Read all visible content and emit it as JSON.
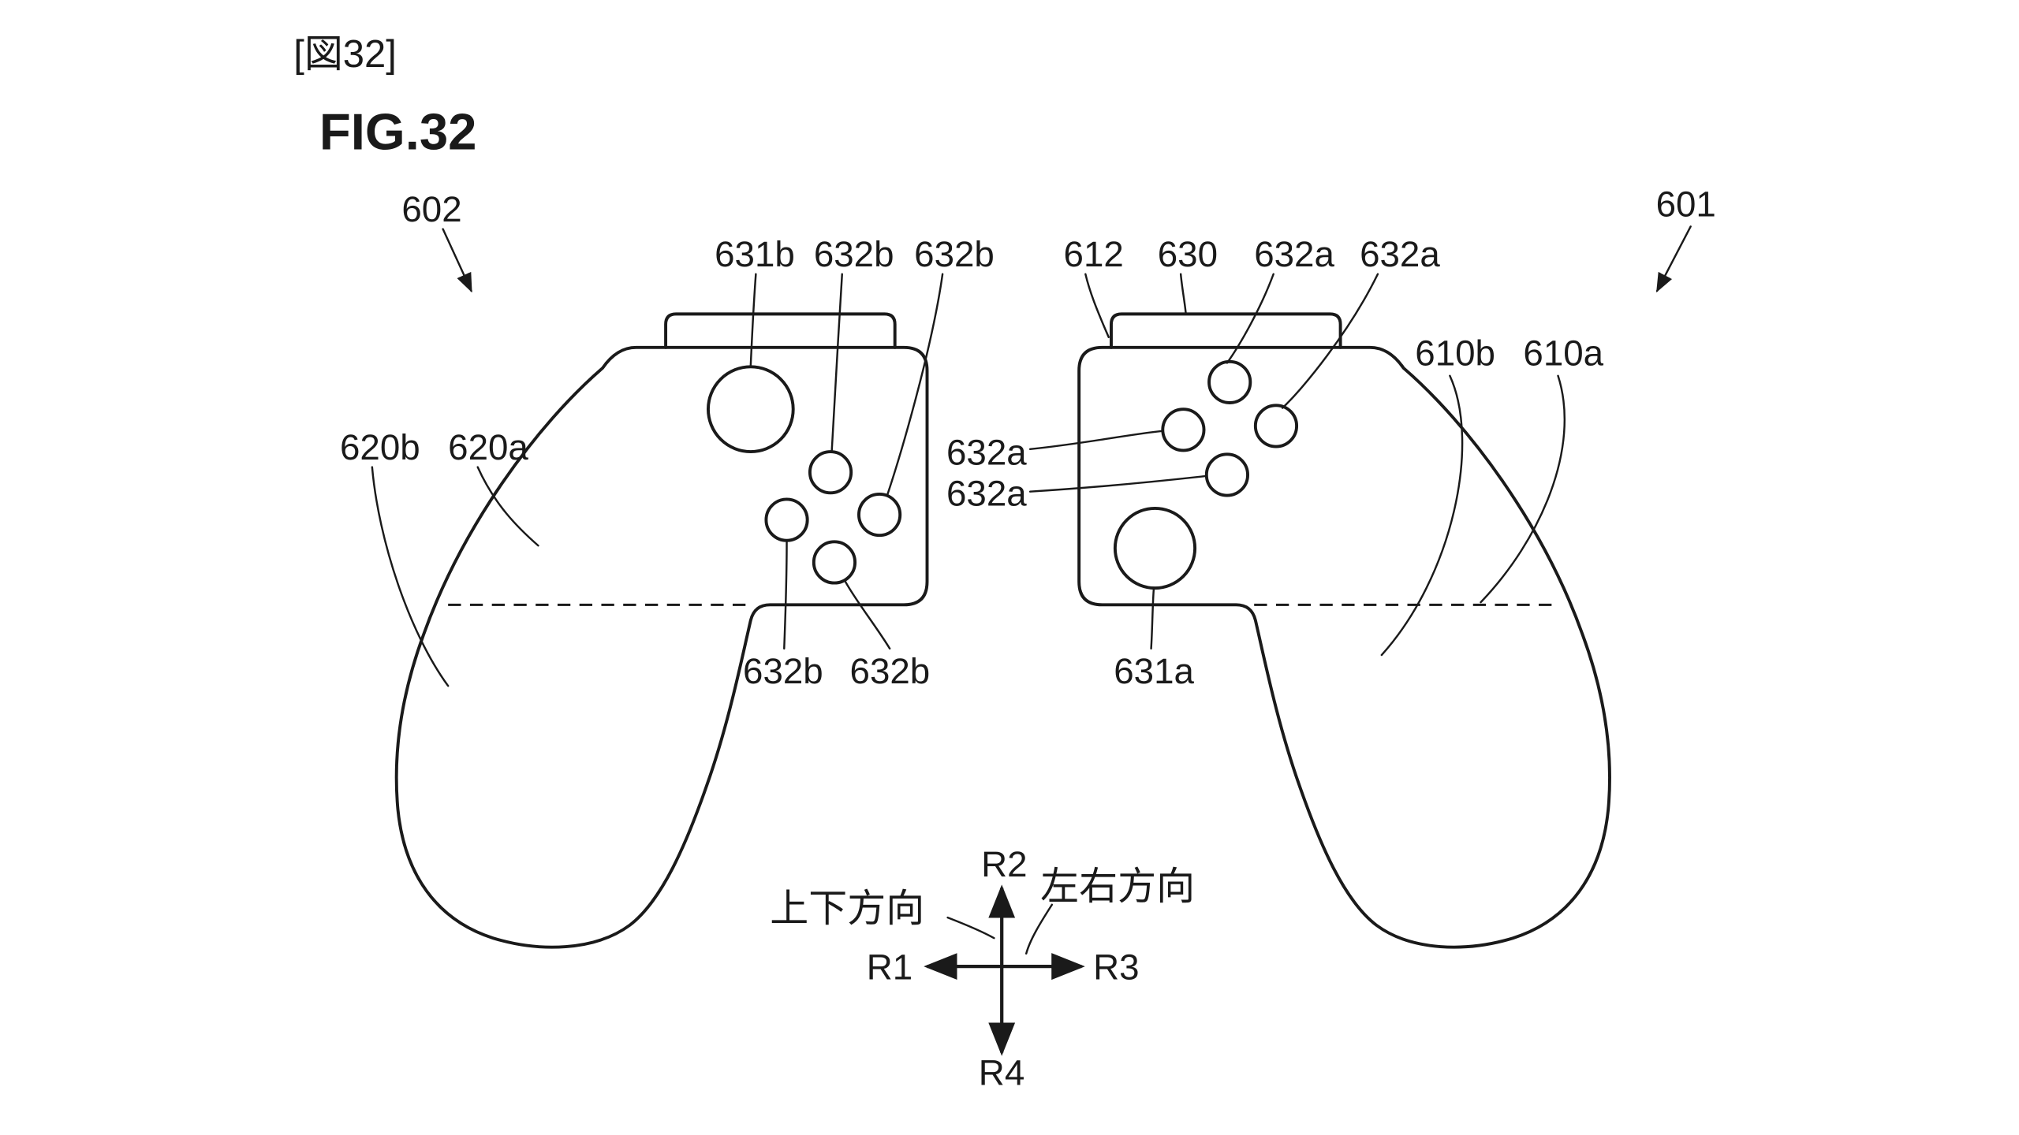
{
  "figure": {
    "tag": "[図32]",
    "title": "FIG.32"
  },
  "annotations": {
    "left_controller": "602",
    "right_controller": "601",
    "left_big_button_top": "631b",
    "left_small_top": "632b",
    "left_small_right": "632b",
    "right_rail_edge": "612",
    "right_rail": "630",
    "right_small_top": "632a",
    "right_small_right": "632a",
    "right_housing_b": "610b",
    "right_housing_a": "610a",
    "left_grip_b": "620b",
    "left_grip_a": "620a",
    "right_small_left": "632a",
    "right_small_bottom": "632a",
    "left_small_left": "632b",
    "left_small_bottom": "632b",
    "right_big_button": "631a"
  },
  "compass": {
    "up": "R2",
    "down": "R4",
    "left": "R1",
    "right": "R3",
    "vertical_axis_label": "上下方向",
    "horizontal_axis_label": "左右方向"
  },
  "colors": {
    "line": "#1a1a1a",
    "background": "#ffffff"
  }
}
